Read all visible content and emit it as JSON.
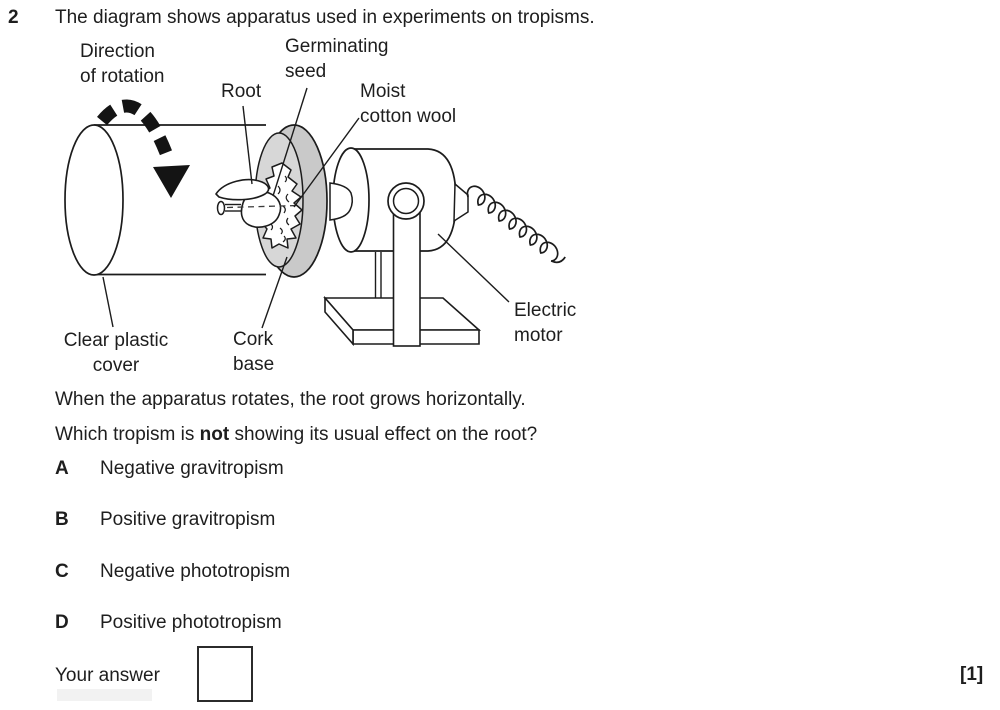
{
  "question": {
    "number": "2",
    "intro": "The diagram shows apparatus used in experiments on tropisms.",
    "statement": "When the apparatus rotates, the root grows horizontally.",
    "prompt_before_bold": "Which tropism is ",
    "prompt_bold": "not",
    "prompt_after_bold": " showing its usual effect on the root?"
  },
  "options": [
    {
      "letter": "A",
      "text": "Negative gravitropism"
    },
    {
      "letter": "B",
      "text": "Positive gravitropism"
    },
    {
      "letter": "C",
      "text": "Negative phototropism"
    },
    {
      "letter": "D",
      "text": "Positive phototropism"
    }
  ],
  "answer": {
    "label": "Your answer",
    "value": "",
    "marks": "[1]"
  },
  "diagram": {
    "labels": {
      "direction_line1": "Direction",
      "direction_line2": "of rotation",
      "germinating_line1": "Germinating",
      "germinating_line2": "seed",
      "root": "Root",
      "moist_line1": "Moist",
      "moist_line2": "cotton wool",
      "clear_line1": "Clear plastic",
      "clear_line2": "cover",
      "cork_line1": "Cork",
      "cork_line2": "base",
      "motor_line1": "Electric",
      "motor_line2": "motor"
    },
    "colors": {
      "line": "#1c1c1c",
      "arrow": "#141414",
      "cork_rim": "#c9c9c9",
      "cork_face": "#d7d7d7"
    }
  }
}
